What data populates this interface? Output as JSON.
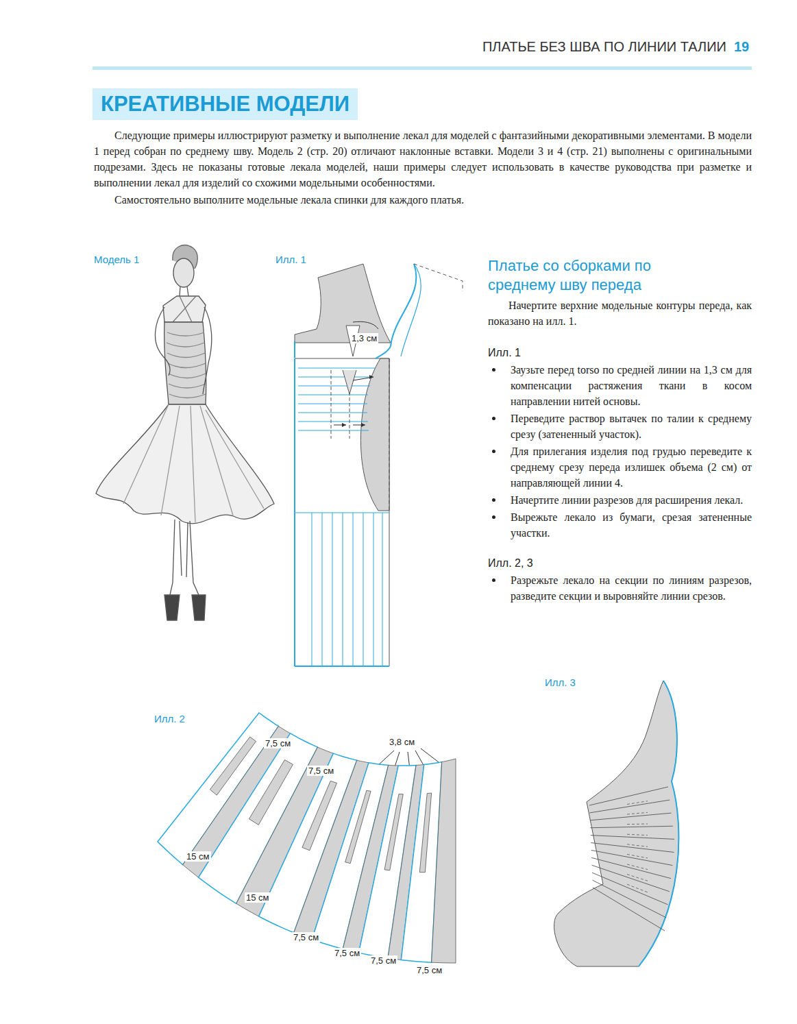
{
  "diagram": {
    "title": "КРЕАТИВНЫЕ МОДЕЛИ",
    "labels": [
      "ПЛАТЬЕ БЕЗ ШВА ПО ЛИНИИ ТАЛИИ",
      "19",
      "Следующие примеры иллюстрируют разметку и выполнение лекал для моделей с фантазийными декоративными элементами. В модели 1 перед собран по среднему шву. Модель 2 (стр. 20) отличают наклонные вставки. Модели 3 и 4 (стр. 21) выполнены с оригинальными подрезами. Здесь не показаны готовые лекала моделей, наши примеры следует использовать в качестве руководства при разметке и выполнении лекал для изделий со схожими модельными особенностями.",
      "Самостоятельно выполните модельные лекала спинки для каждого платья.",
      "Модель 1",
      "Илл. 1",
      "1,3 см",
      "Платье со сборками по среднему шву переда",
      "Начертите верхние модельные контуры переда, как показано на илл. 1.",
      "Илл. 1",
      "Заузьте перед torso по средней линии на 1,3 см для компенсации растяжения ткани в косом направлении нитей основы.",
      "Переведите раствор вытачек по талии к среднему срезу (затененный участок).",
      "Для прилегания изделия под грудью переведите к среднему срезу переда излишек объема (2 см) от направляющей линии 4.",
      "Начертите линии разрезов для расширения лекал.",
      "Вырежьте лекало из бумаги, срезая затененные участки.",
      "Илл. 2, 3",
      "Разрежьте лекало на секции по линиям разрезов, разведите секции и выровняйте линии срезов.",
      "Илл. 2",
      "Илл. 3",
      "3,8 см",
      "7,5 см",
      "7,5 см",
      "15 см",
      "15 см",
      "7,5 см",
      "7,5 см",
      "7,5 см",
      "7,5 см"
    ]
  }
}
